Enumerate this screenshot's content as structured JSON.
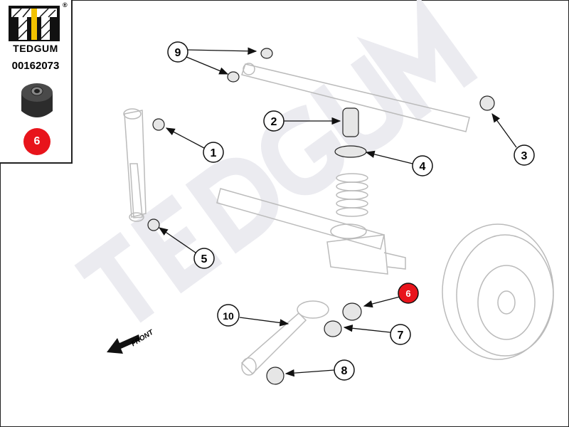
{
  "brand": {
    "name": "TEDGUM",
    "registered": "®",
    "part_number": "00162073",
    "highlight_number": "6"
  },
  "watermark": "TEDGUM",
  "direction_label": "FRONT",
  "callouts": [
    {
      "number": "1"
    },
    {
      "number": "2"
    },
    {
      "number": "3"
    },
    {
      "number": "4"
    },
    {
      "number": "5"
    },
    {
      "number": "6",
      "highlighted": true
    },
    {
      "number": "7"
    },
    {
      "number": "8"
    },
    {
      "number": "9"
    },
    {
      "number": "10"
    }
  ],
  "colors": {
    "highlight": "#e8141b",
    "logo_yellow": "#f2c200"
  }
}
